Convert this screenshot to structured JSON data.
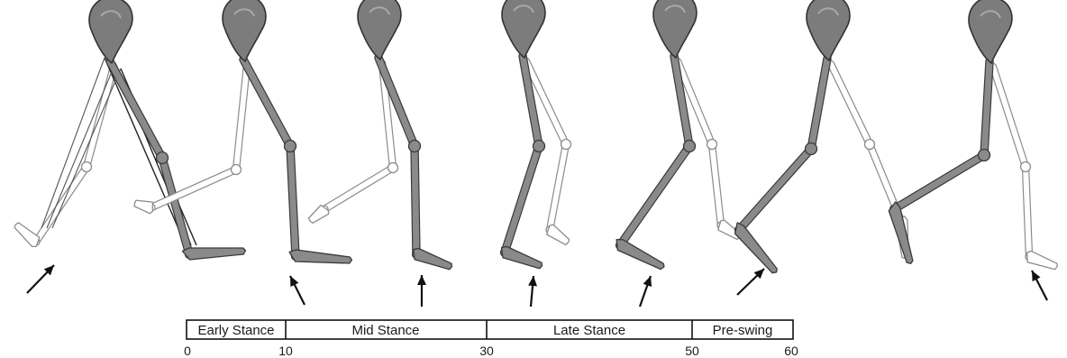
{
  "timeline": {
    "phases": [
      {
        "label": "Early Stance",
        "start": 0,
        "end": 10
      },
      {
        "label": "Mid Stance",
        "start": 10,
        "end": 30
      },
      {
        "label": "Late Stance",
        "start": 30,
        "end": 50
      },
      {
        "label": "Pre-swing",
        "start": 50,
        "end": 60
      }
    ],
    "ticks": [
      "0",
      "10",
      "30",
      "50",
      "60"
    ]
  },
  "colors": {
    "bone_dark": "#8a8a8a",
    "bone_dark_stroke": "#3a3a3a",
    "bone_light": "#ffffff",
    "bone_light_stroke": "#8c8c8c",
    "arrow": "#111111"
  }
}
